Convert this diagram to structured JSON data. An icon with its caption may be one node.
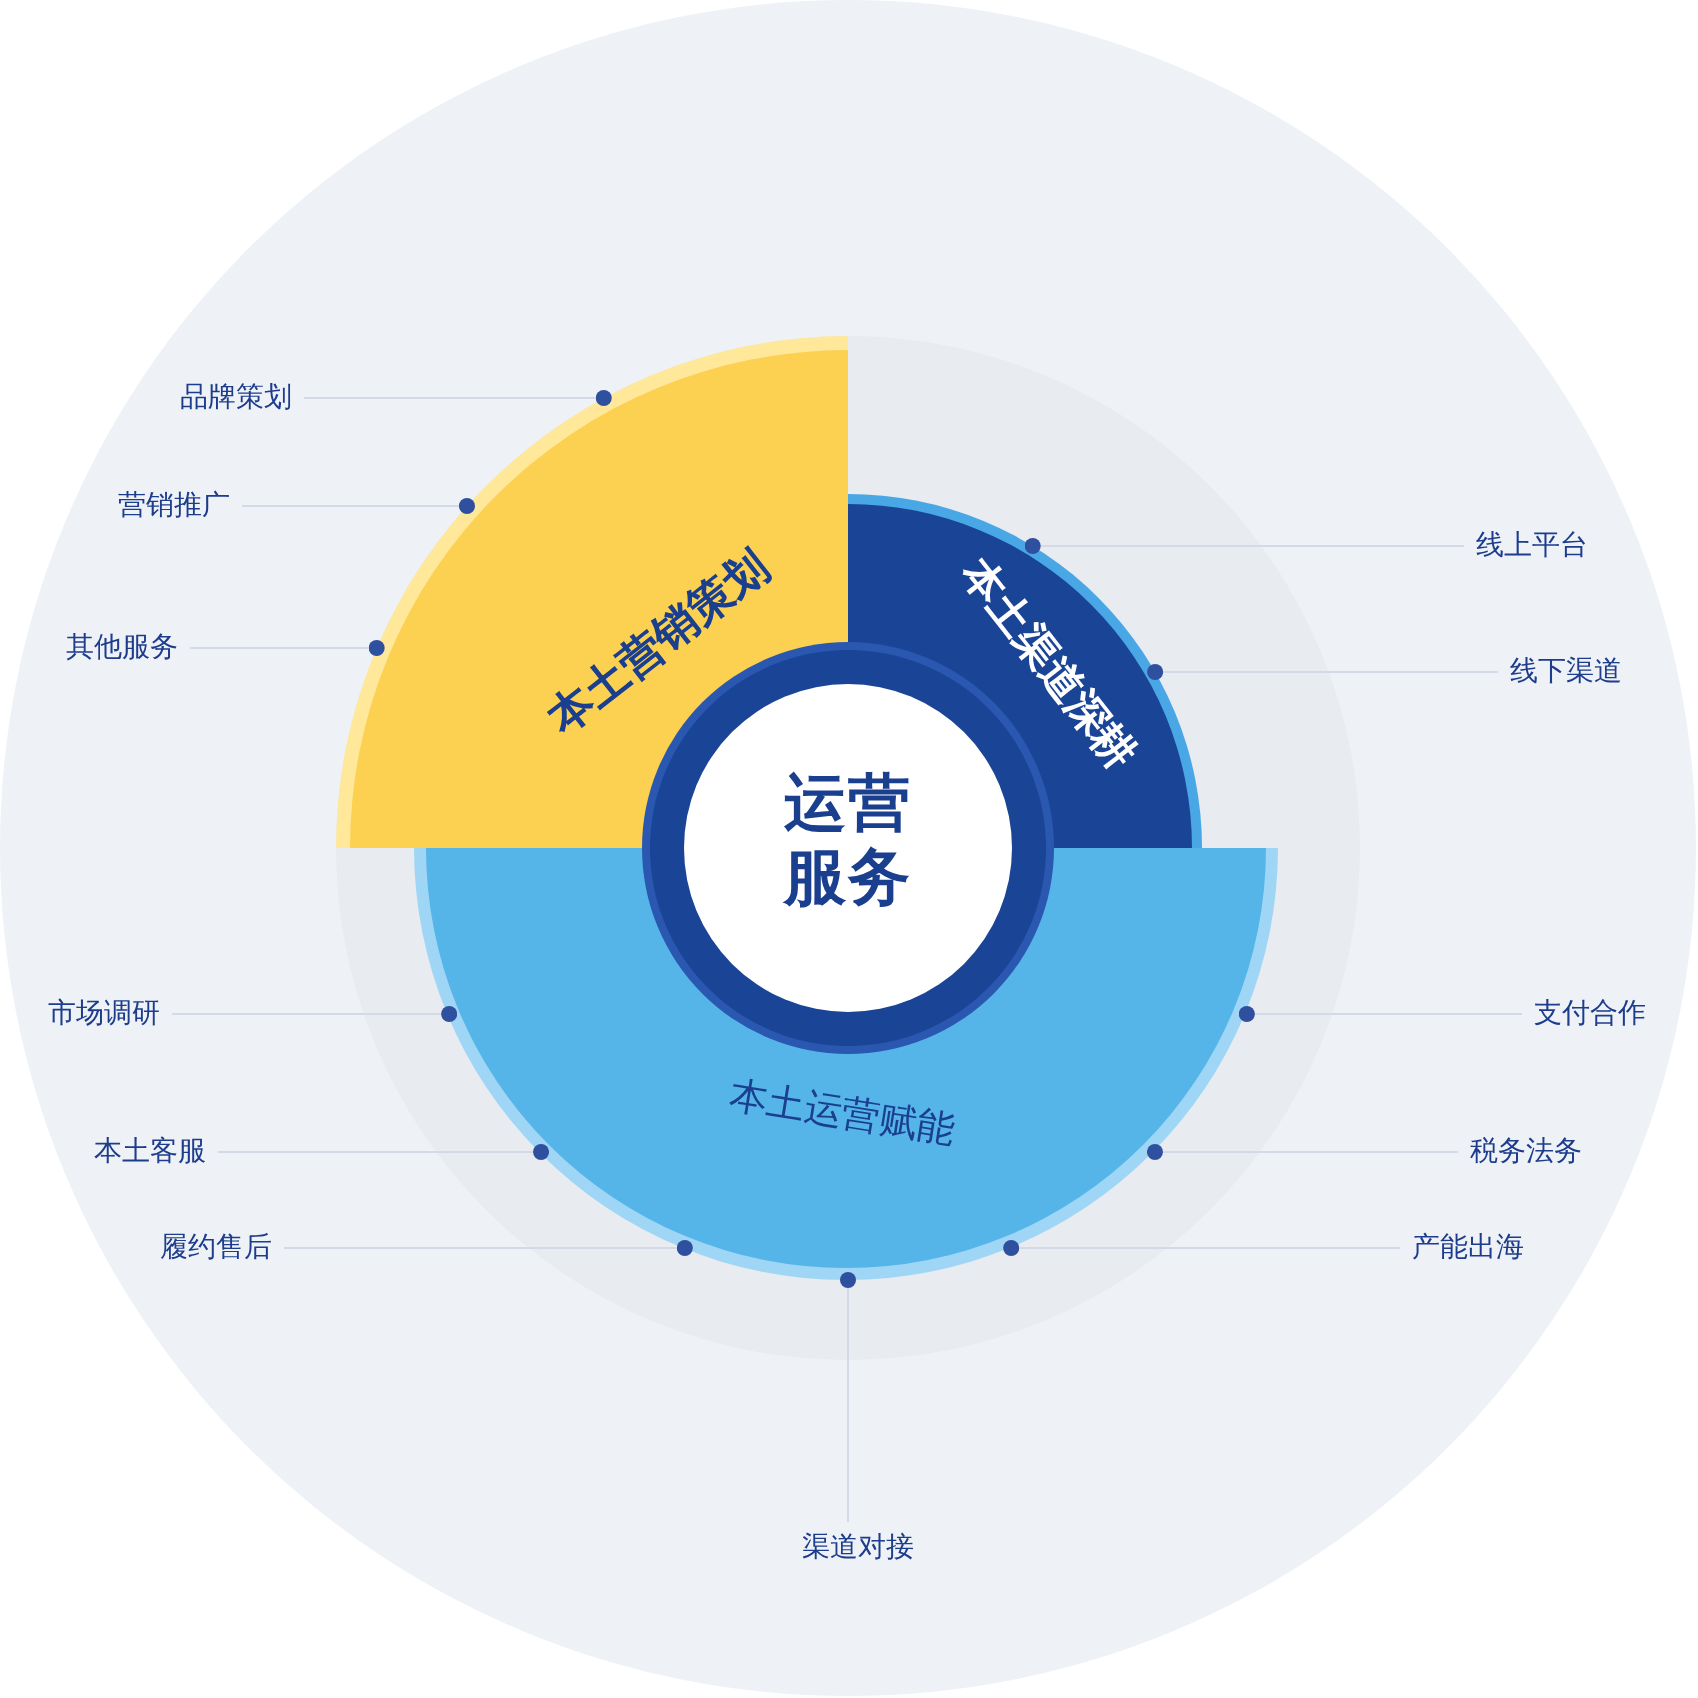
{
  "diagram": {
    "nodes": [
      {
        "text": [
          "运营服务"
        ]
      },
      {
        "text": [
          "本土营销策划"
        ]
      },
      {
        "text": [
          "本土渠道深耕"
        ]
      },
      {
        "text": [
          "本土运营赋能"
        ]
      },
      {
        "text": [
          "品牌策划"
        ]
      },
      {
        "text": [
          "营销推广"
        ]
      },
      {
        "text": [
          "其他服务"
        ]
      },
      {
        "text": [
          "线上平台"
        ]
      },
      {
        "text": [
          "线下渠道"
        ]
      },
      {
        "text": [
          "市场调研"
        ]
      },
      {
        "text": [
          "本土客服"
        ]
      },
      {
        "text": [
          "履约售后"
        ]
      },
      {
        "text": [
          "渠道对接"
        ]
      },
      {
        "text": [
          "产能出海"
        ]
      },
      {
        "text": [
          "税务法务"
        ]
      },
      {
        "text": [
          "支付合作"
        ]
      }
    ],
    "edges": [
      {
        "from": 4,
        "to": 1,
        "arrow": "other"
      },
      {
        "from": 5,
        "to": 1,
        "arrow": "other"
      },
      {
        "from": 6,
        "to": 1,
        "arrow": "other"
      },
      {
        "from": 7,
        "to": 2,
        "arrow": "other"
      },
      {
        "from": 8,
        "to": 2,
        "arrow": "other"
      },
      {
        "from": 9,
        "to": 3,
        "arrow": "other"
      },
      {
        "from": 10,
        "to": 3,
        "arrow": "other"
      },
      {
        "from": 11,
        "to": 3,
        "arrow": "other"
      },
      {
        "from": 12,
        "to": 3,
        "arrow": "other"
      },
      {
        "from": 13,
        "to": 3,
        "arrow": "other"
      },
      {
        "from": 14,
        "to": 3,
        "arrow": "other"
      },
      {
        "from": 15,
        "to": 3,
        "arrow": "other"
      }
    ]
  }
}
